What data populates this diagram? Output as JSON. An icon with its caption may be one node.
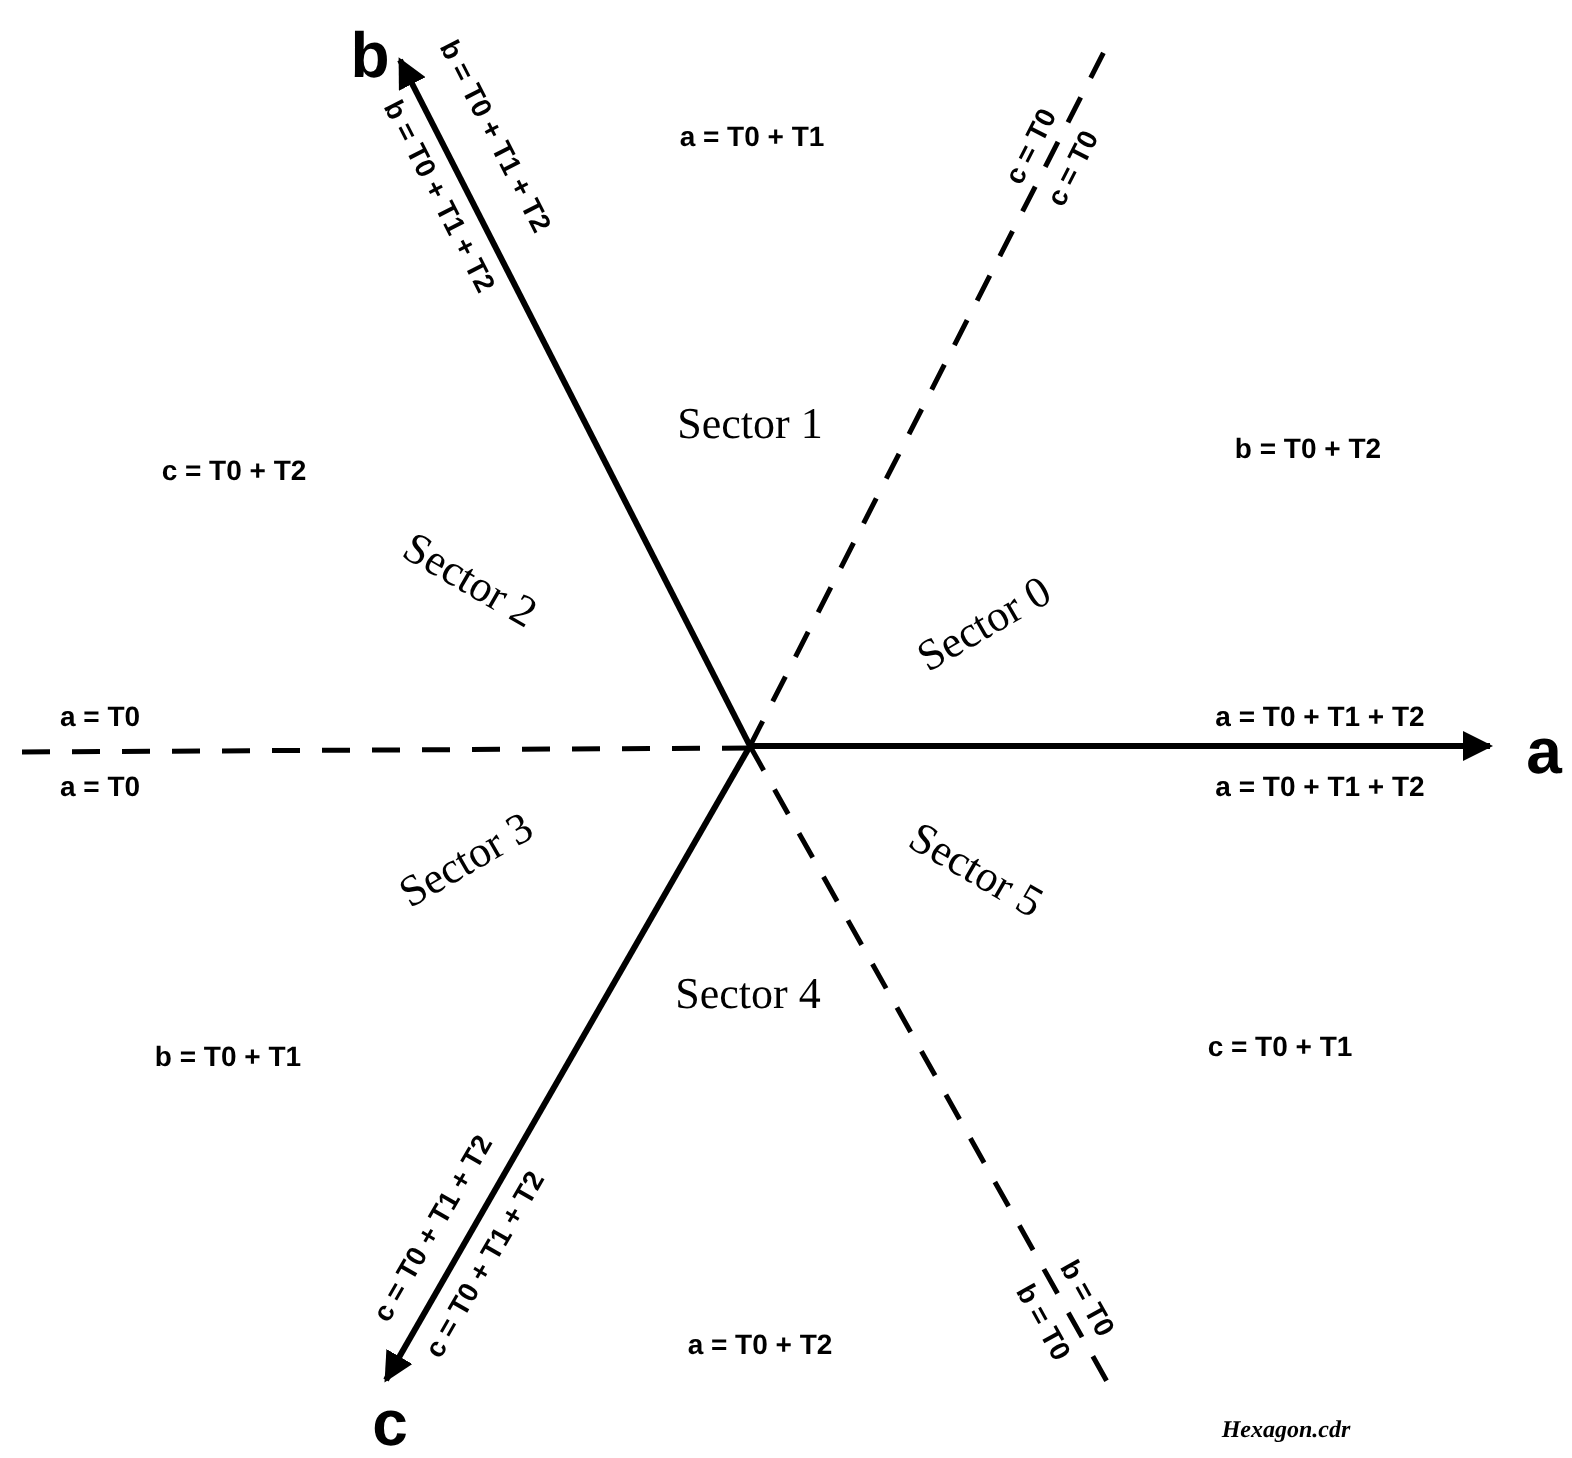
{
  "diagram": {
    "labels": [
      "b",
      "b = T0 + T1 + T2",
      "b = T0 + T1 + T2",
      "a = T0 + T1",
      "c = T0",
      "c = T0",
      "Sector 1",
      "c = T0 + T2",
      "b = T0 + T2",
      "Sector 2",
      "Sector 0",
      "a = T0",
      "a = T0 + T1 + T2",
      "a",
      "a = T0",
      "a = T0 + T1 + T2",
      "Sector 3",
      "Sector 5",
      "b = T0 + T1",
      "Sector 4",
      "c = T0 + T1",
      "c = T0 + T1 + T2",
      "c = T0 + T1 + T2",
      "b = T0",
      "b = T0",
      "a = T0 + T2",
      "c",
      "Hexagon.cdr"
    ]
  }
}
